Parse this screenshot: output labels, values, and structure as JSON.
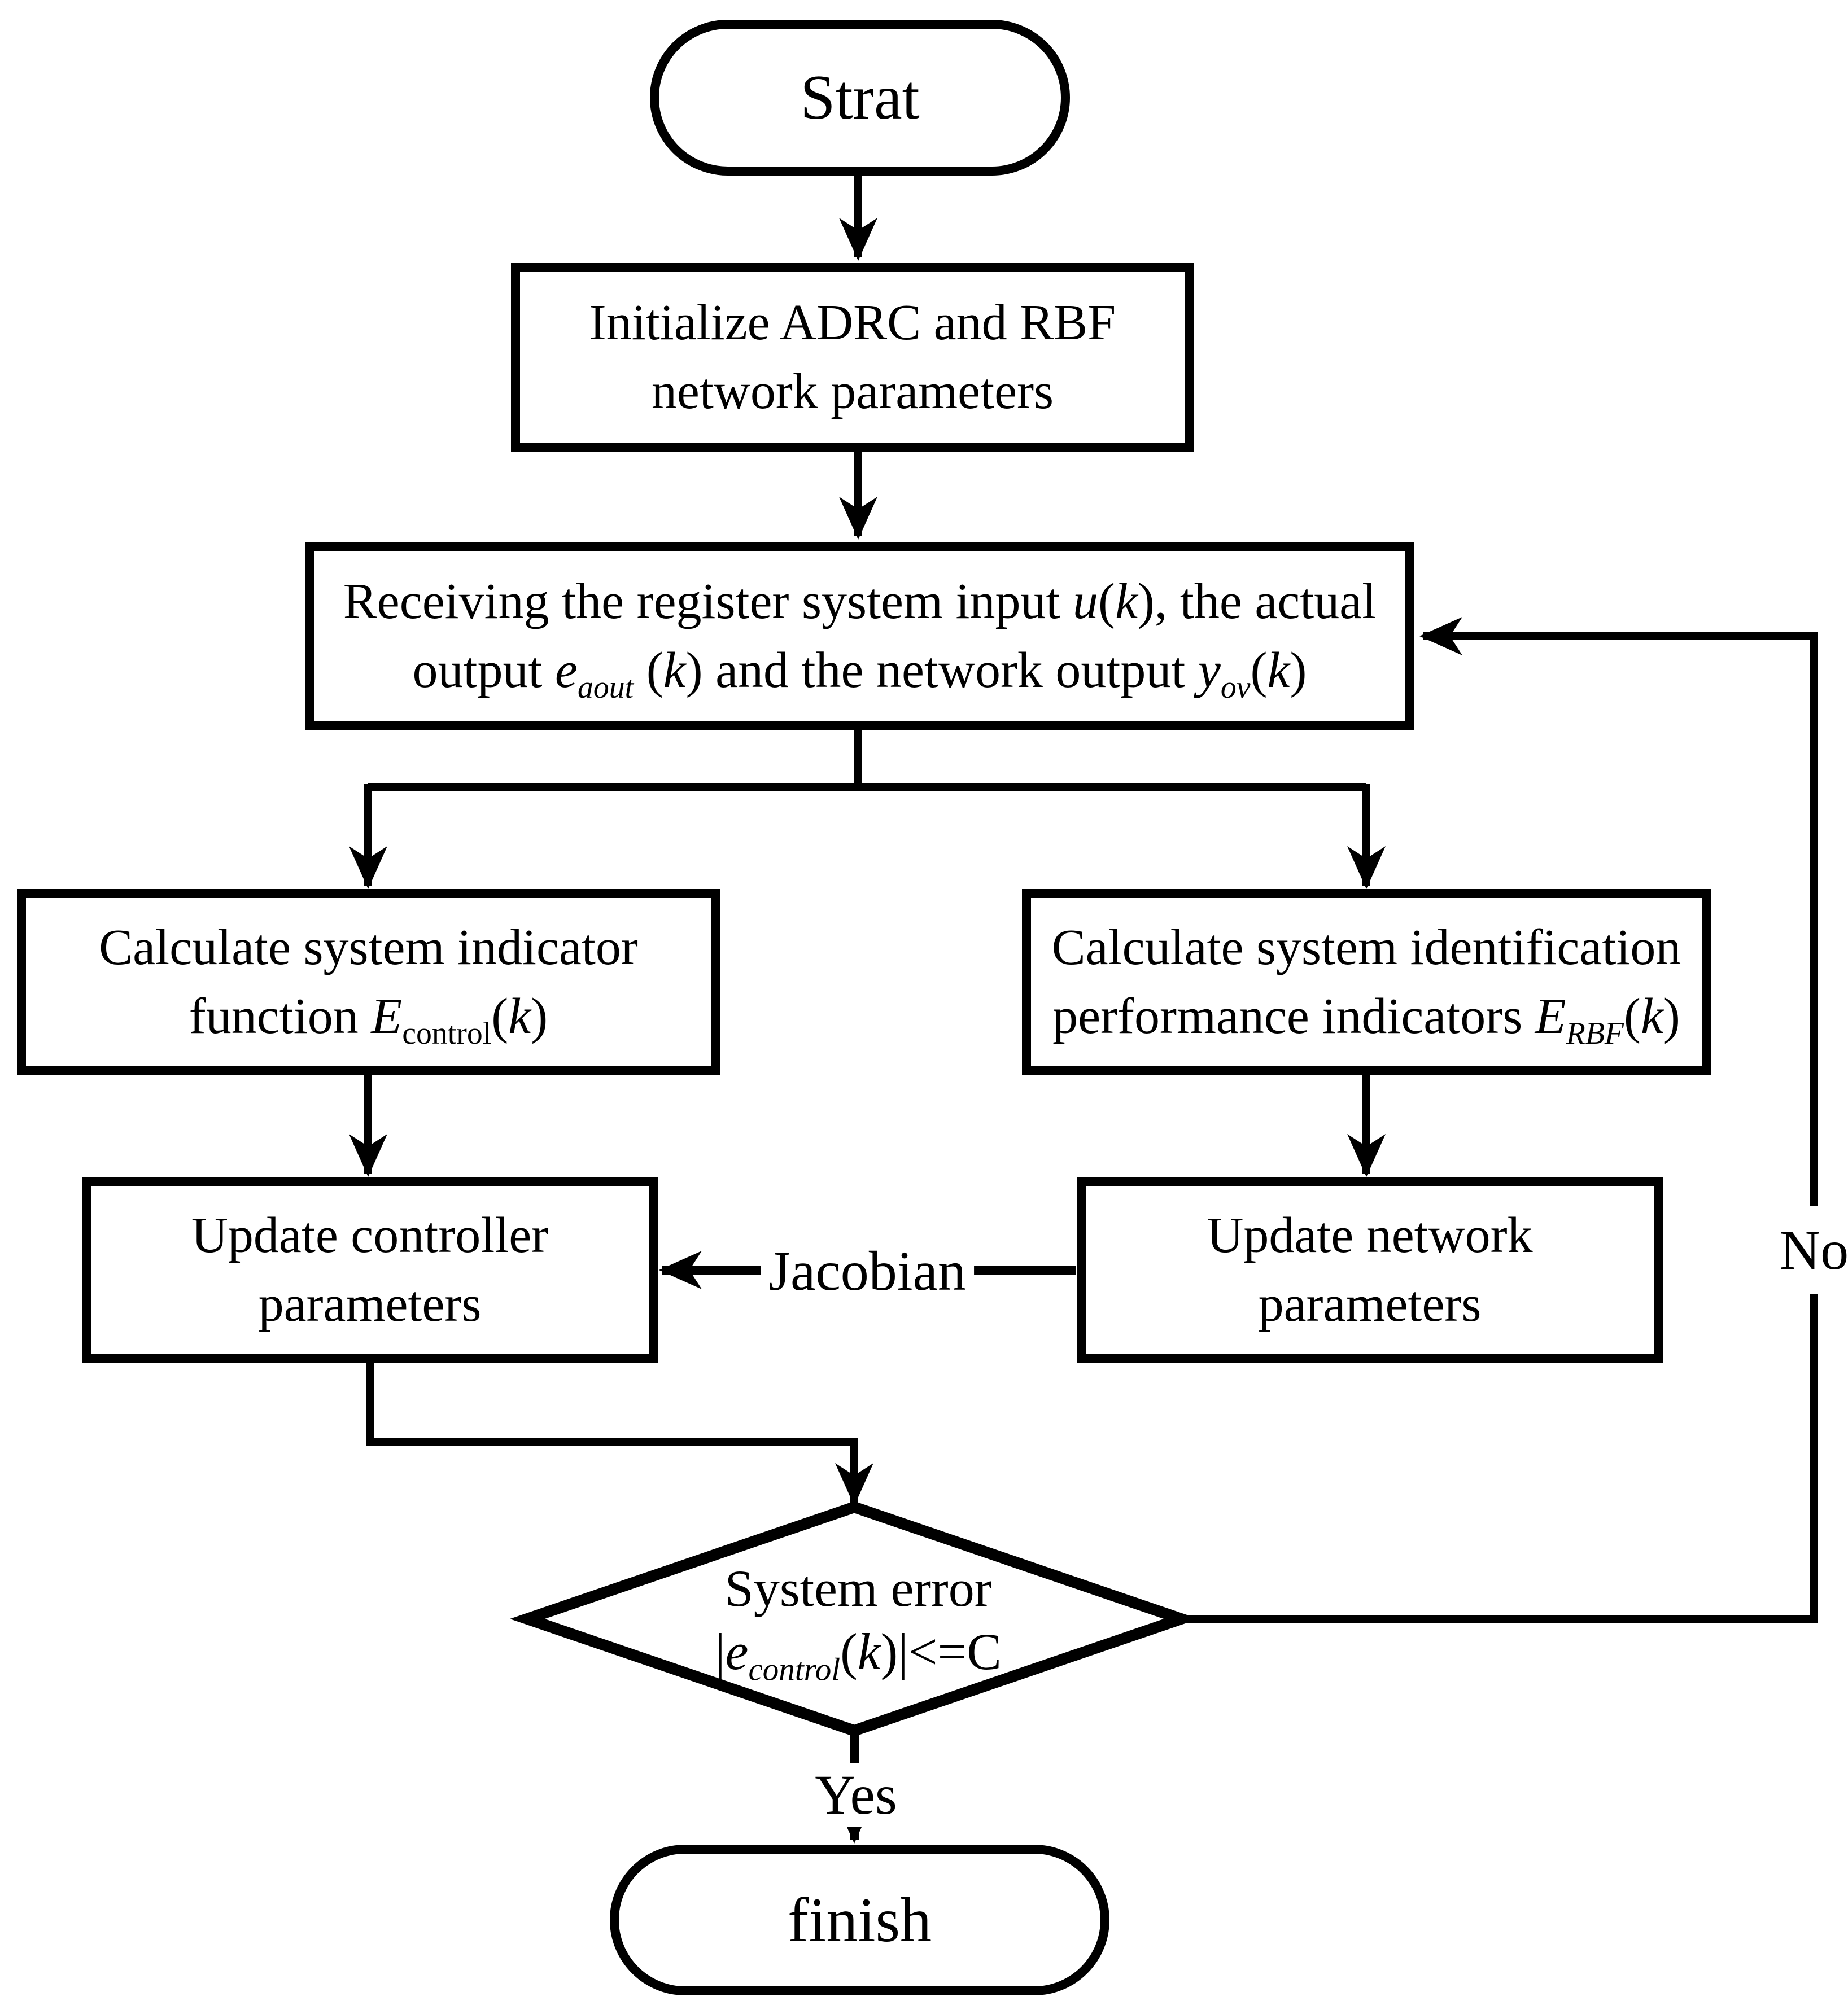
{
  "diagram": {
    "type": "flowchart",
    "colors": {
      "line": "#000000",
      "node_fill": "#ffffff",
      "text": "#000000"
    },
    "nodes": {
      "start": {
        "shape": "terminator",
        "text": "Strat"
      },
      "init": {
        "shape": "process",
        "lines": [
          [
            {
              "t": "Initialize ADRC and RBF"
            }
          ],
          [
            {
              "t": "network parameters"
            }
          ]
        ]
      },
      "receive": {
        "shape": "process",
        "lines": [
          [
            {
              "t": "Receiving the register system input "
            },
            {
              "t": "u",
              "i": true
            },
            {
              "t": "("
            },
            {
              "t": "k",
              "i": true
            },
            {
              "t": "), the actual"
            }
          ],
          [
            {
              "t": "output "
            },
            {
              "t": "e",
              "i": true
            },
            {
              "t": "aout",
              "i": true,
              "s": true
            },
            {
              "t": " ("
            },
            {
              "t": "k",
              "i": true
            },
            {
              "t": ") and the network output "
            },
            {
              "t": "y",
              "i": true
            },
            {
              "t": "ov",
              "i": true,
              "s": true
            },
            {
              "t": "("
            },
            {
              "t": "k",
              "i": true
            },
            {
              "t": ")"
            }
          ]
        ]
      },
      "calc_indicator": {
        "shape": "process",
        "lines": [
          [
            {
              "t": "Calculate system indicator"
            }
          ],
          [
            {
              "t": "function "
            },
            {
              "t": "E",
              "i": true
            },
            {
              "t": "control",
              "s": true
            },
            {
              "t": "("
            },
            {
              "t": "k",
              "i": true
            },
            {
              "t": ")"
            }
          ]
        ]
      },
      "calc_identification": {
        "shape": "process",
        "lines": [
          [
            {
              "t": "Calculate system identification"
            }
          ],
          [
            {
              "t": "performance indicators "
            },
            {
              "t": "E",
              "i": true
            },
            {
              "t": "RBF",
              "i": true,
              "s": true
            },
            {
              "t": "("
            },
            {
              "t": "k",
              "i": true
            },
            {
              "t": ")"
            }
          ]
        ]
      },
      "update_controller": {
        "shape": "process",
        "lines": [
          [
            {
              "t": "Update controller"
            }
          ],
          [
            {
              "t": "parameters"
            }
          ]
        ]
      },
      "update_network": {
        "shape": "process",
        "lines": [
          [
            {
              "t": "Update network"
            }
          ],
          [
            {
              "t": "parameters"
            }
          ]
        ]
      },
      "decision": {
        "shape": "decision",
        "lines": [
          [
            {
              "t": "System error"
            }
          ],
          [
            {
              "t": "|"
            },
            {
              "t": "e",
              "i": true
            },
            {
              "t": "control",
              "i": true,
              "s": true
            },
            {
              "t": "("
            },
            {
              "t": "k",
              "i": true
            },
            {
              "t": ")|<=C"
            }
          ]
        ]
      },
      "finish": {
        "shape": "terminator",
        "text": "finish"
      }
    },
    "edge_labels": {
      "jacobian": "Jacobian",
      "no": "No",
      "yes": "Yes"
    }
  }
}
